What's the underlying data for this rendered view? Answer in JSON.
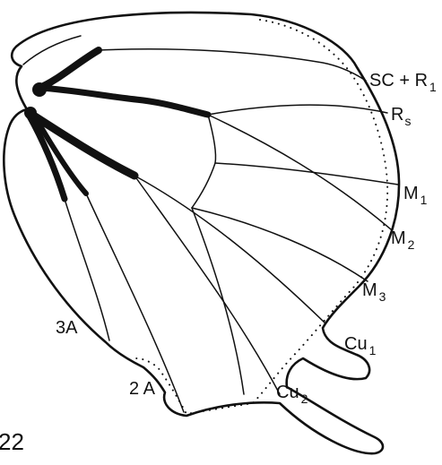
{
  "figure_number": "22",
  "vein_labels": {
    "sc_r1": {
      "main": "SC + R",
      "sub": "1"
    },
    "rs": {
      "main": "R",
      "sub": "s"
    },
    "m1": {
      "main": "M",
      "sub": "1"
    },
    "m2": {
      "main": "M",
      "sub": "2"
    },
    "m3": {
      "main": "M",
      "sub": "3"
    },
    "cu1": {
      "main": "Cu",
      "sub": "1"
    },
    "cu2": {
      "main": "Cu",
      "sub": "2"
    },
    "a2": {
      "main": "2 A"
    },
    "a3": {
      "main": "3A"
    }
  }
}
